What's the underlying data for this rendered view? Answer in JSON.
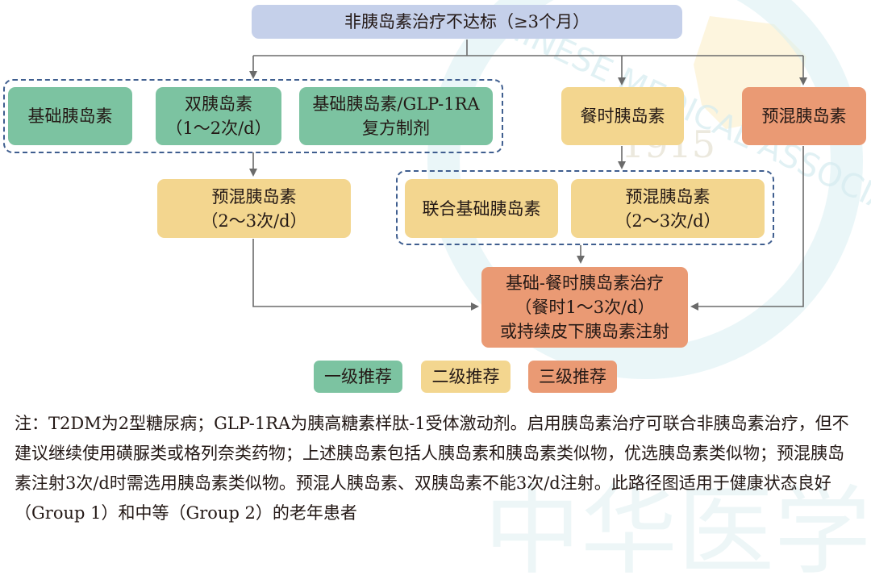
{
  "colors": {
    "level1": "#7cc3a1",
    "level2": "#f3d68f",
    "level3": "#ea9a74",
    "start": "#c5d0ea",
    "arrow": "#6b6b6b",
    "dash_border": "#3f5e8f"
  },
  "flowchart": {
    "start": "非胰岛素治疗不达标（≥3个月）",
    "group1": {
      "basal": "基础胰岛素",
      "dual": {
        "line1": "双胰岛素",
        "line2": "（1～2次/d）"
      },
      "combo": {
        "line1": "基础胰岛素/GLP-1RA",
        "line2": "复方制剂"
      }
    },
    "mealtime": "餐时胰岛素",
    "premix_top": "预混胰岛素",
    "premix_left": {
      "line1": "预混胰岛素",
      "line2": "（2～3次/d）"
    },
    "group2": {
      "combined_basal": "联合基础胰岛素",
      "premix": {
        "line1": "预混胰岛素",
        "line2": "（2～3次/d）"
      }
    },
    "final": {
      "line1": "基础-餐时胰岛素治疗",
      "line2": "（餐时1～3次/d）",
      "line3": "或持续皮下胰岛素注射"
    }
  },
  "legend": {
    "level1": "一级推荐",
    "level2": "二级推荐",
    "level3": "三级推荐"
  },
  "note": "注：T2DM为2型糖尿病；GLP-1RA为胰高糖素样肽-1受体激动剂。启用胰岛素治疗可联合非胰岛素治疗，但不建议继续使用磺脲类或格列奈类药物；上述胰岛素包括人胰岛素和胰岛素类似物，优选胰岛素类似物；预混胰岛素注射3次/d时需选用胰岛素类似物。预混人胰岛素、双胰岛素不能3次/d注射。此路径图适用于健康状态良好（Group 1）和中等（Group 2）的老年患者",
  "watermark": {
    "year": "1915",
    "arc_text": "CHINESE MEDICAL ASSOCIATION",
    "chars": "中华医学会"
  }
}
